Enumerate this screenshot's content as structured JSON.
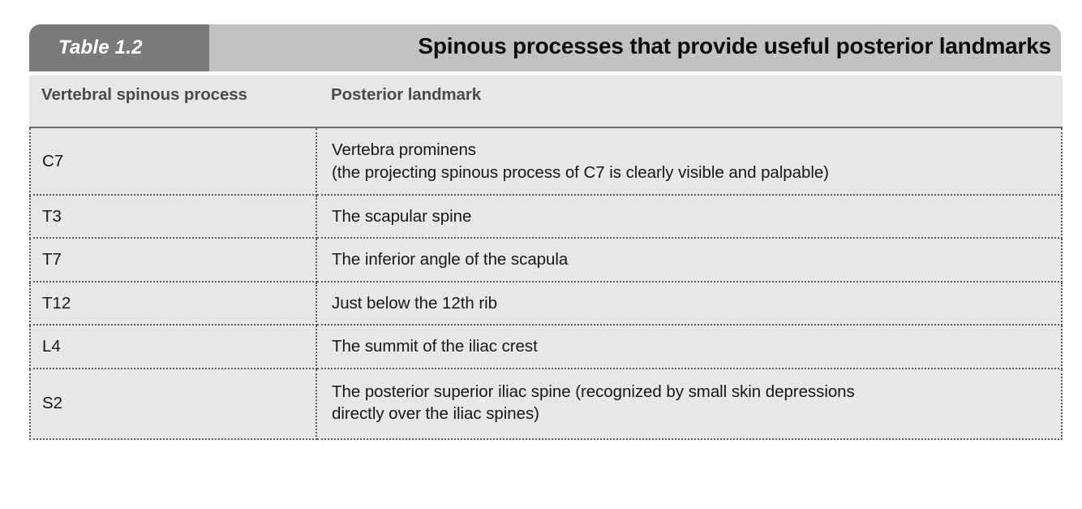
{
  "table": {
    "label": "Table 1.2",
    "title": "Spinous processes that provide useful posterior landmarks",
    "columns": [
      {
        "header": "Vertebral spinous process"
      },
      {
        "header": "Posterior landmark"
      }
    ],
    "rows": [
      {
        "vertebra": "C7",
        "landmark_line1": "Vertebra prominens",
        "landmark_line2": "(the projecting spinous process of C7 is clearly visible and palpable)"
      },
      {
        "vertebra": "T3",
        "landmark_line1": "The scapular spine",
        "landmark_line2": ""
      },
      {
        "vertebra": "T7",
        "landmark_line1": "The inferior angle of the scapula",
        "landmark_line2": ""
      },
      {
        "vertebra": "T12",
        "landmark_line1": "Just below the 12th rib",
        "landmark_line2": ""
      },
      {
        "vertebra": "L4",
        "landmark_line1": "The summit of the iliac crest",
        "landmark_line2": ""
      },
      {
        "vertebra": "S2",
        "landmark_line1": "The posterior superior iliac spine (recognized by small skin depressions",
        "landmark_line2": "directly over the iliac spines)"
      }
    ]
  },
  "colors": {
    "label_tab": "#7b7b7b",
    "title_bar": "#c2c2c2",
    "cell_background": "#e5e7e8",
    "header_text": "#494c4d",
    "body_text": "#16181a",
    "rule": "#595c5e"
  }
}
